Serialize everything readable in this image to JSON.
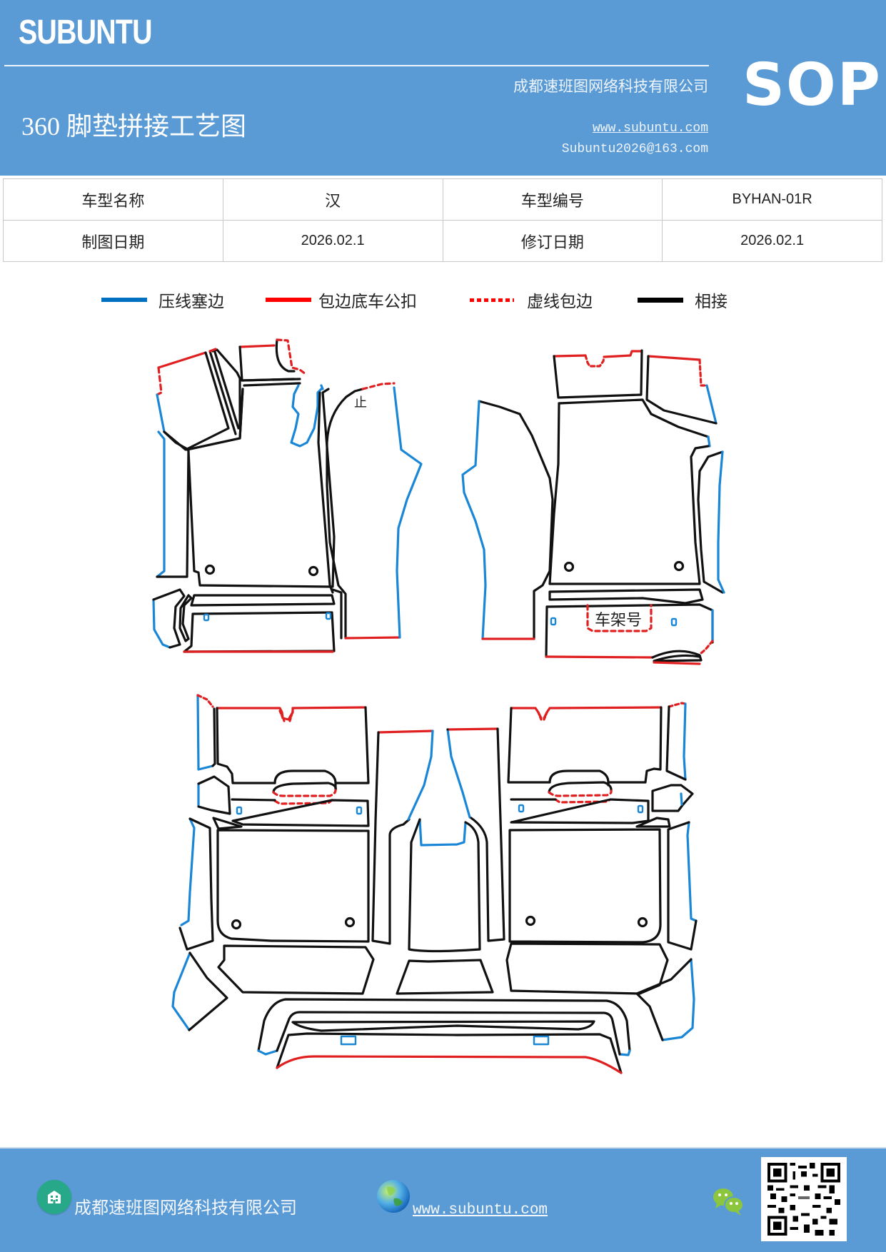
{
  "header": {
    "brand": "SUBUNTU",
    "title": "360 脚垫拼接工艺图",
    "company": "成都速班图网络科技有限公司",
    "website": "www.subuntu.com",
    "email": "Subuntu2026@163.com",
    "badge": "SOP"
  },
  "info_table": {
    "rows": [
      [
        {
          "label": "车型名称"
        },
        {
          "value": "汉"
        },
        {
          "label": "车型编号"
        },
        {
          "value": "BYHAN-01R"
        }
      ],
      [
        {
          "label": "制图日期"
        },
        {
          "value": "2026.02.1"
        },
        {
          "label": "修订日期"
        },
        {
          "value": "2026.02.1"
        }
      ]
    ]
  },
  "legend": [
    {
      "label": "压线塞边",
      "style": "solid",
      "color": "#0070c0"
    },
    {
      "label": "包边底车公扣",
      "style": "solid",
      "color": "#ff0000"
    },
    {
      "label": "虚线包边",
      "style": "dotted",
      "color": "#ff0000"
    },
    {
      "label": "相接",
      "style": "solid",
      "color": "#000000"
    }
  ],
  "diagram": {
    "frame_number_label": "车架号",
    "stop_mark": "止",
    "colors": {
      "press_line": "#1a86d6",
      "edge_wrap": "#e02020",
      "join": "#111111"
    }
  },
  "footer": {
    "company": "成都速班图网络科技有限公司",
    "website": "www.subuntu.com",
    "icons": [
      "building-icon",
      "globe-icon",
      "wechat-icon",
      "qr-code"
    ]
  },
  "colors": {
    "header_bg": "#5b9bd5",
    "footer_bg": "#5b9bd5",
    "table_border": "#c8c8c8"
  }
}
